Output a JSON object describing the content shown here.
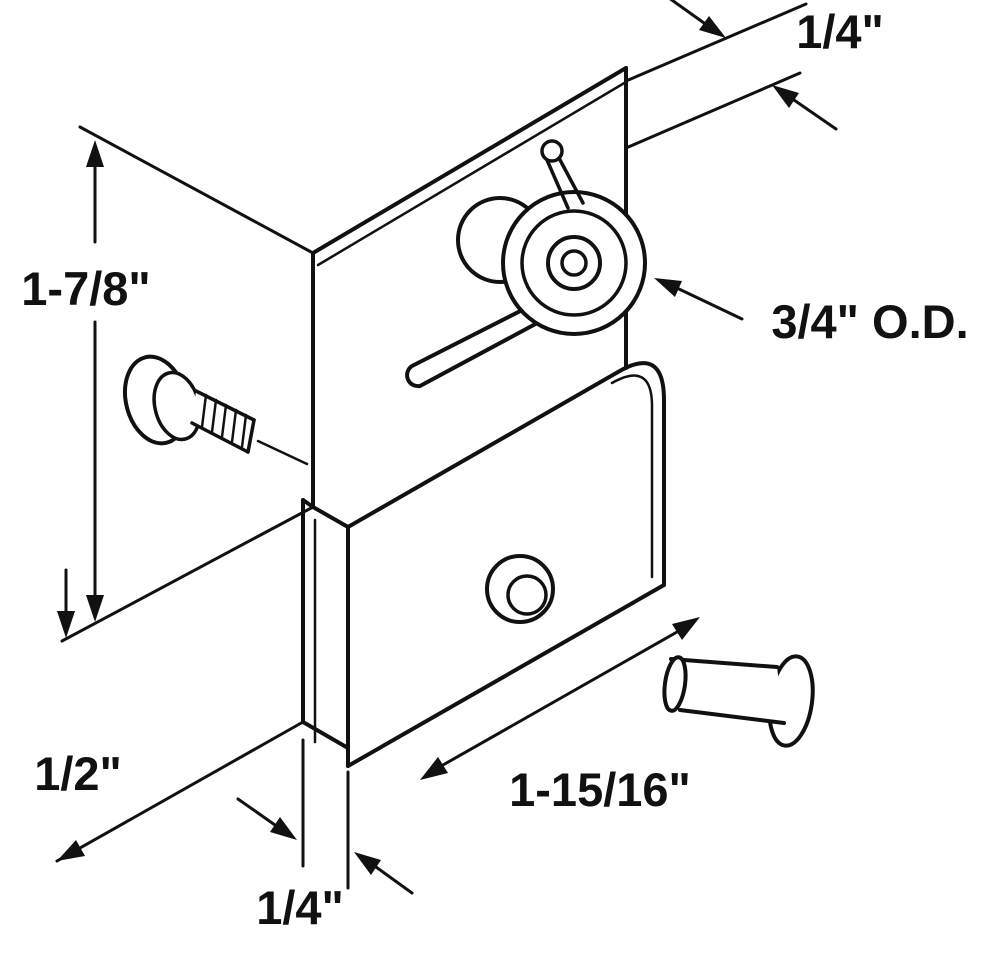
{
  "diagram": {
    "background": "#ffffff",
    "line_color": "#111111",
    "labels": {
      "top_thickness": "1/4\"",
      "plate_height": "1-7/8\"",
      "roller_od": "3/4\" O.D.",
      "channel_depth": "1/2\"",
      "bracket_width": "1-15/16\"",
      "channel_width": "1/4\""
    }
  }
}
